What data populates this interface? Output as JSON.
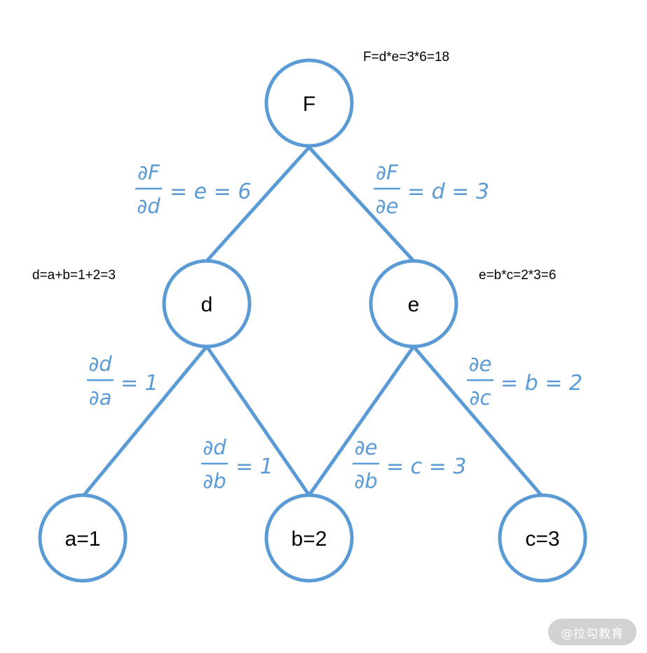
{
  "colors": {
    "node_stroke": "#5b9bd5",
    "edge": "#5b9bd5",
    "derivative_text": "#5b9bd5",
    "node_text": "#000000",
    "watermark_bg": "#d2d2d2"
  },
  "nodes": {
    "F": {
      "label": "F"
    },
    "d": {
      "label": "d"
    },
    "e": {
      "label": "e"
    },
    "a": {
      "label": "a=1"
    },
    "b": {
      "label": "b=2"
    },
    "c": {
      "label": "c=3"
    }
  },
  "notes": {
    "F": "F=d*e=3*6=18",
    "d": "d=a+b=1+2=3",
    "e": "e=b*c=2*3=6"
  },
  "derivatives": {
    "F_d": {
      "num": "∂F",
      "den": "∂d",
      "rhs": "= e = 6"
    },
    "F_e": {
      "num": "∂F",
      "den": "∂e",
      "rhs": "= d = 3"
    },
    "d_a": {
      "num": "∂d",
      "den": "∂a",
      "rhs": "= 1"
    },
    "d_b": {
      "num": "∂d",
      "den": "∂b",
      "rhs": "= 1"
    },
    "e_b": {
      "num": "∂e",
      "den": "∂b",
      "rhs": "= c = 3"
    },
    "e_c": {
      "num": "∂e",
      "den": "∂c",
      "rhs": "= b = 2"
    }
  },
  "watermark": "@拉勾教育"
}
